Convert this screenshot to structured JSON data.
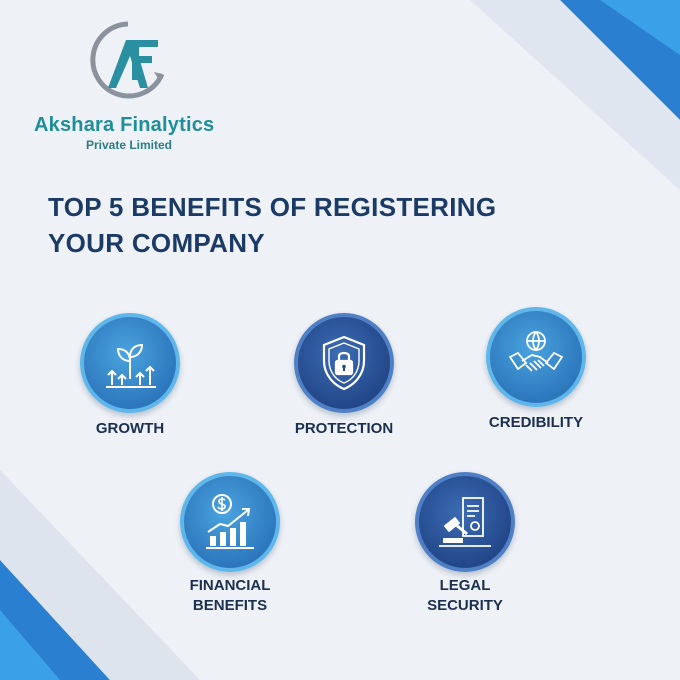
{
  "brand": {
    "name": "Akshara Finalytics",
    "subtitle": "Private Limited",
    "colors": {
      "teal": "#1e8e9a",
      "navy": "#1b3b66",
      "blue": "#2d78bd",
      "dark_blue": "#23488a"
    }
  },
  "title": {
    "line1": "TOP 5 BENEFITS OF REGISTERING",
    "line2": "YOUR COMPANY"
  },
  "benefits": [
    {
      "label_lines": [
        "GROWTH"
      ],
      "icon": "growth-plant-icon"
    },
    {
      "label_lines": [
        "PROTECTION"
      ],
      "icon": "shield-lock-icon"
    },
    {
      "label_lines": [
        "CREDIBILITY"
      ],
      "icon": "handshake-globe-icon"
    },
    {
      "label_lines": [
        "FINANCIAL",
        "BENEFITS"
      ],
      "icon": "dollar-chart-icon"
    },
    {
      "label_lines": [
        "LEGAL",
        "SECURITY"
      ],
      "icon": "gavel-document-icon"
    }
  ]
}
